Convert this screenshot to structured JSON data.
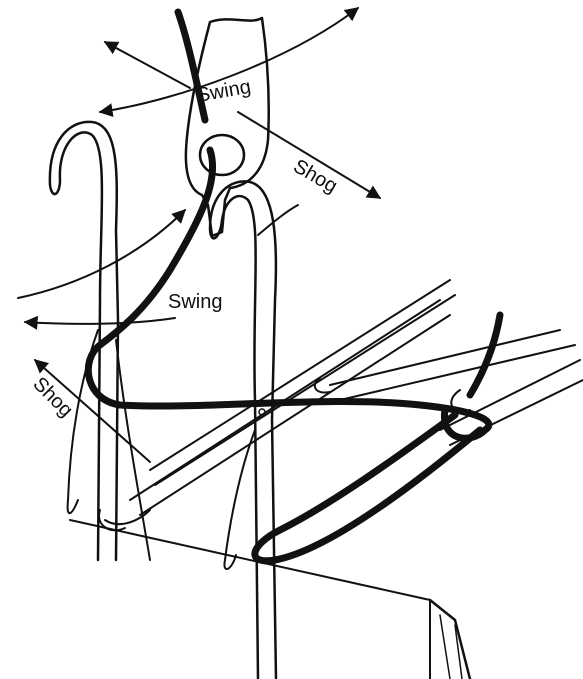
{
  "labels": {
    "swing_top": "Swing",
    "shog_top": "Shog",
    "swing_mid": "Swing",
    "shog_left": "Shog"
  },
  "colors": {
    "ink": "#111111",
    "paper": "#ffffff"
  }
}
